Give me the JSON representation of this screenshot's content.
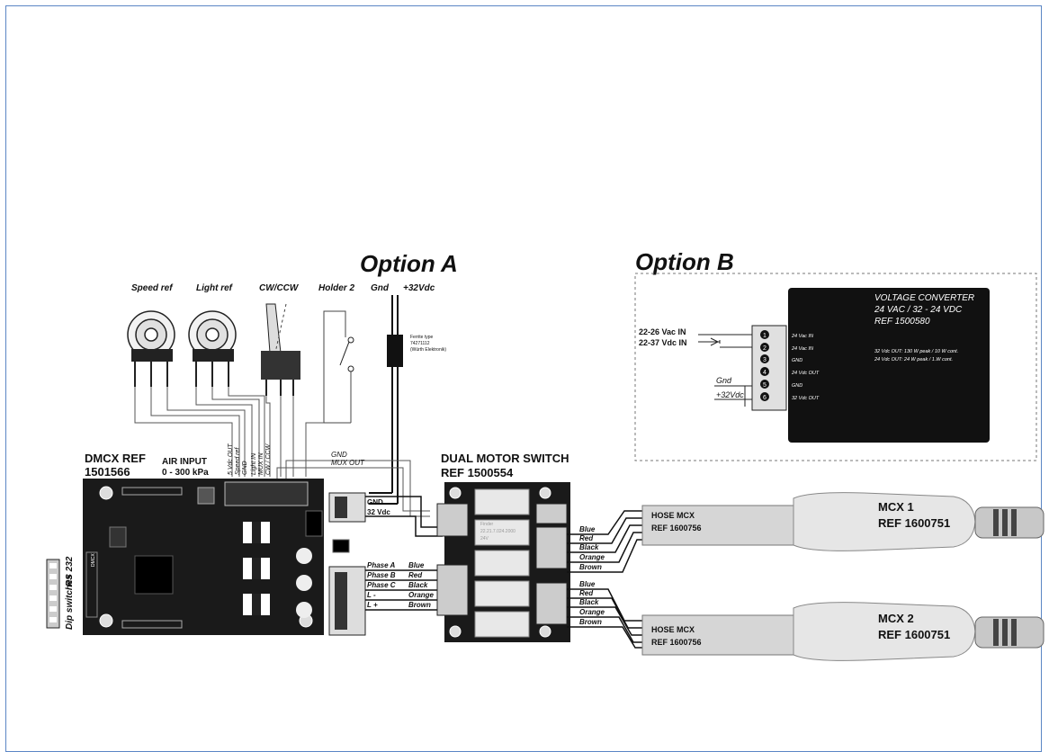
{
  "option_a": "Option A",
  "option_b": "Option B",
  "pot_labels": {
    "speed": "Speed ref",
    "light": "Light ref",
    "cwccw": "CW/CCW",
    "holder": "Holder 2"
  },
  "power_labels": {
    "gnd": "Gnd",
    "vdc": "+32Vdc"
  },
  "ferrite": [
    "Ferrite type",
    "74271112",
    "(Würth Elektronik)"
  ],
  "dmcx": {
    "title1": "DMCX REF",
    "title2": "1501566",
    "air1": "AIR INPUT",
    "air2": "0 - 300 kPa",
    "pins": [
      "5 Vdc OUT",
      "Speed ref",
      "GND",
      "Light IN",
      "MUX IN",
      "CW / CCW"
    ],
    "rs232": "RS 232",
    "dip": "Dip switches",
    "gnd_label": "GND",
    "vdc_label": "32 Vdc",
    "phases": [
      "Phase A",
      "Phase B",
      "Phase C",
      "L -",
      "L +"
    ],
    "board_mark": "DMCX"
  },
  "wire_top": {
    "gnd": "GND",
    "mux": "MUX OUT"
  },
  "phase_colors": [
    "Blue",
    "Red",
    "Black",
    "Orange",
    "Brown"
  ],
  "dms": {
    "title1": "DUAL MOTOR SWITCH",
    "title2": "REF 1500554",
    "relay": [
      "Finder",
      "22.21.7.024.2000",
      "24V"
    ]
  },
  "hose1": {
    "line1": "HOSE MCX",
    "line2": "REF 1600756"
  },
  "hose2": {
    "line1": "HOSE MCX",
    "line2": "REF 1600756"
  },
  "mcx1": {
    "line1": "MCX 1",
    "line2": "REF 1600751"
  },
  "mcx2": {
    "line1": "MCX 2",
    "line2": "REF 1600751"
  },
  "converter": {
    "title": [
      "VOLTAGE CONVERTER",
      "24 VAC / 32 - 24 VDC",
      "REF 1500580"
    ],
    "pins": [
      "24 Vac IN",
      "24 Vac IN",
      "GND",
      "24 Vdc OUT",
      "GND",
      "32 Vdc OUT"
    ],
    "numbers": [
      "1",
      "2",
      "3",
      "4",
      "5",
      "6"
    ],
    "spec1": "32 Vdc OUT: 130 W peak / 10 W cont.",
    "spec2": "24 Vdc OUT: 24 W peak / 1.W cont."
  },
  "inputs": {
    "in1": "22-26 Vac IN",
    "in2": "22-37 Vdc IN",
    "gnd": "Gnd",
    "vdc": "+32Vdc"
  }
}
